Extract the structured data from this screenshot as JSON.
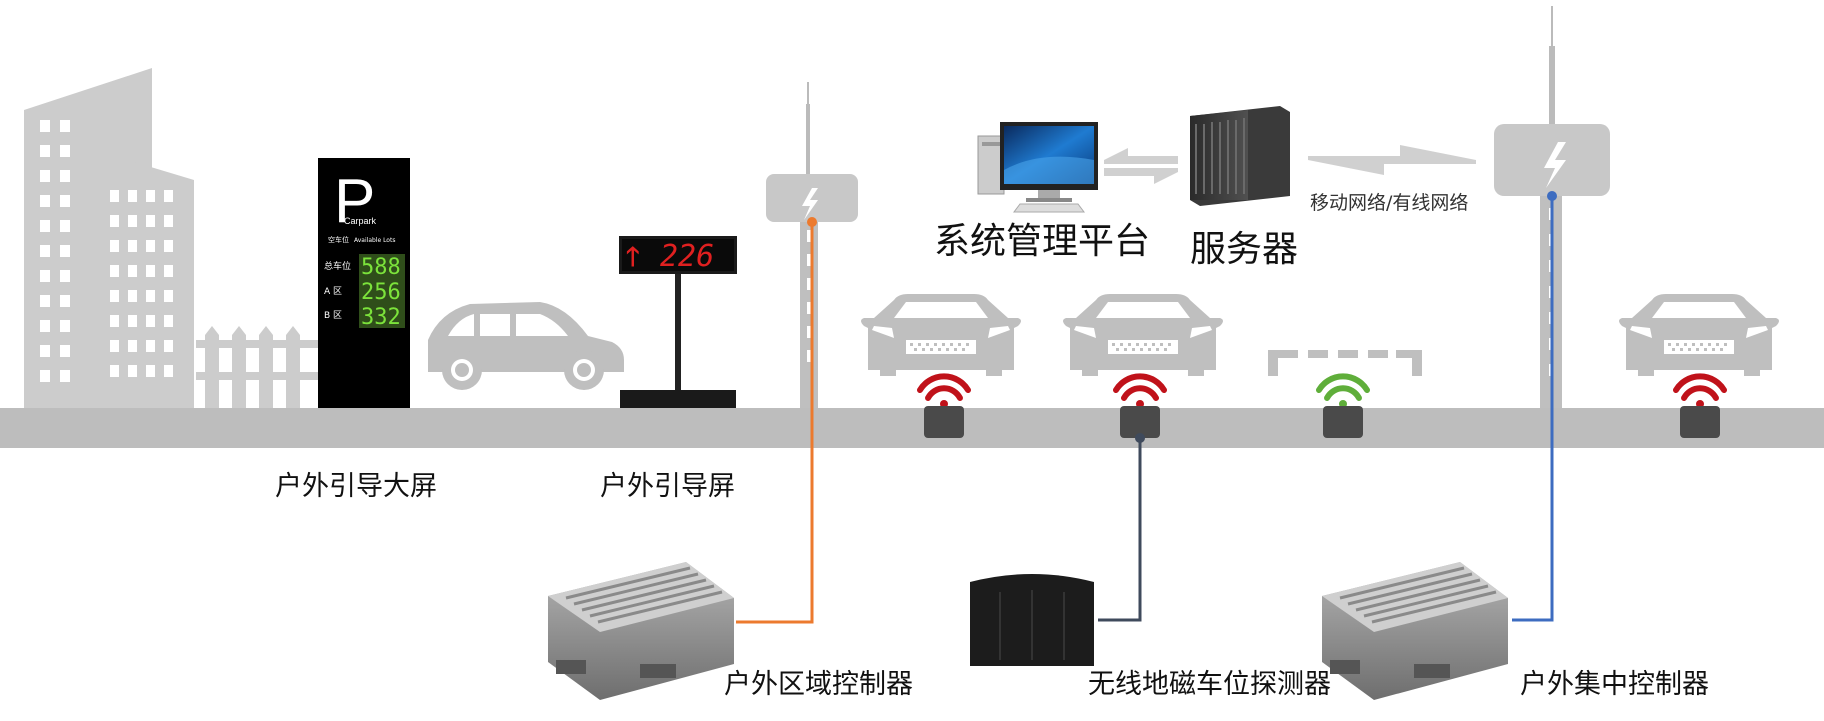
{
  "labels": {
    "outdoor_large_screen": "户外引导大屏",
    "outdoor_screen": "户外引导屏",
    "system_platform": "系统管理平台",
    "server": "服务器",
    "network": "移动网络/有线网络",
    "area_controller": "户外区域控制器",
    "wireless_detector": "无线地磁车位探测器",
    "central_controller": "户外集中控制器"
  },
  "sign": {
    "letter": "P",
    "brand": "Carpark",
    "header_cn": "空车位",
    "header_en": "Available Lots",
    "rows": [
      {
        "label": "总车位",
        "value": "588"
      },
      {
        "label": "A  区",
        "value": "256"
      },
      {
        "label": "B  区",
        "value": "332"
      }
    ]
  },
  "guide_screen": {
    "arrow": "🡑",
    "value": "226"
  },
  "colors": {
    "road": "#bdbdbd",
    "building": "#cccccc",
    "occupied_signal": "#c0121a",
    "free_signal": "#5fae3a",
    "line_orange": "#ec7a2e",
    "line_dark": "#3f4a5c",
    "line_blue": "#3d6cc0"
  },
  "icons": [
    "lightning-icon",
    "wifi-signal-icon",
    "arrow-up-icon"
  ]
}
